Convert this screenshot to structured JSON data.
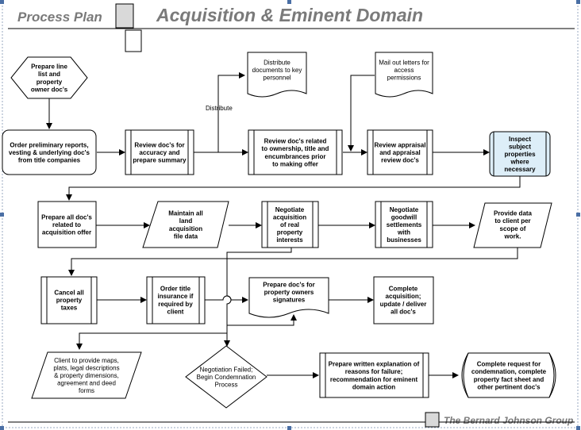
{
  "header": {
    "section": "Process Plan",
    "title": "Acquisition & Eminent Domain"
  },
  "footer": {
    "company": "The Bernard Johnson Group"
  },
  "edge_labels": {
    "distribute": "Distribute"
  },
  "nodes": {
    "prepare_line_list": [
      "Prepare line",
      "list and",
      "property",
      "owner doc's"
    ],
    "order_reports": [
      "Order preliminary reports,",
      "vesting & underlying doc's",
      "from title companies"
    ],
    "review_accuracy": [
      "Review doc's for",
      "accuracy and",
      "prepare summary"
    ],
    "distribute_docs": [
      "Distribute",
      "documents to key",
      "personnel"
    ],
    "review_ownership": [
      "Review doc's related",
      "to ownership, title and",
      "encumbrances prior",
      "to making offer"
    ],
    "mail_letters": [
      "Mail out letters for",
      "access",
      "permissions"
    ],
    "review_appraisal": [
      "Review appraisal",
      "and appraisal",
      "review doc's"
    ],
    "inspect_properties": [
      "Inspect",
      "subject",
      "properties",
      "where",
      "necessary"
    ],
    "prepare_offer": [
      "Prepare all doc's",
      "related to",
      "acquisition offer"
    ],
    "maintain_land": [
      "Maintain all",
      "land",
      "acquisition",
      "file data"
    ],
    "negotiate_acquisition": [
      "Negotiate",
      "acquisition",
      "of real",
      "property",
      "interests"
    ],
    "negotiate_goodwill": [
      "Negotiate",
      "goodwill",
      "settlements",
      "with",
      "businesses"
    ],
    "provide_data": [
      "Provide data",
      "to client per",
      "scope of",
      "work."
    ],
    "cancel_taxes": [
      "Cancel all",
      "property",
      "taxes"
    ],
    "order_title_insurance": [
      "Order title",
      "insurance if",
      "required by",
      "client"
    ],
    "prepare_signatures": [
      "Prepare doc's for",
      "property owners",
      "signatures"
    ],
    "complete_acquisition": [
      "Complete",
      "acquisition;",
      "update / deliver",
      "all doc's"
    ],
    "client_maps": [
      "Client to provide maps,",
      "plats, legal descriptions",
      "& property dimensions,",
      "agreement and deed",
      "forms"
    ],
    "negotiation_failed": [
      "Negotiation Failed;",
      "Begin Condemnation",
      "Process"
    ],
    "written_explanation": [
      "Prepare written explanation of",
      "reasons for failure;",
      "recommendation for eminent",
      "domain action"
    ],
    "condemnation_request": [
      "Complete request for",
      "condemnation, complete",
      "property fact sheet and",
      "other pertinent doc's"
    ]
  },
  "colors": {
    "header_gray": "#7a7a7a",
    "highlight_fill": "#ddeef8",
    "handle_blue": "#4a6fa5"
  }
}
